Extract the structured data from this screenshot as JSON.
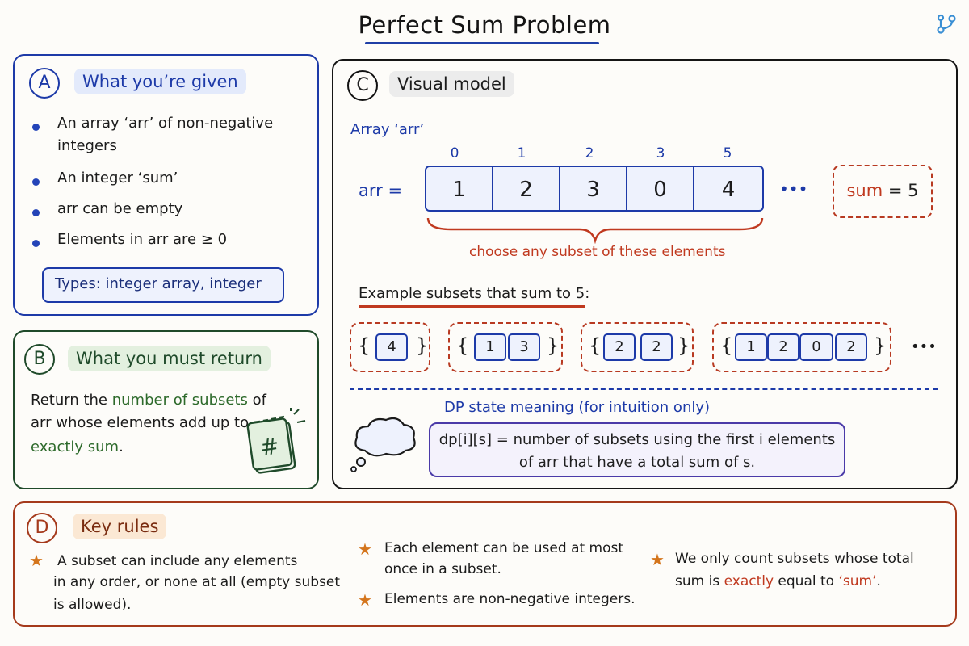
{
  "title": "Perfect Sum Problem",
  "colors": {
    "blue": "#1d3aa8",
    "green": "#1f4a2a",
    "red": "#c0391f",
    "orange": "#a53a1c"
  },
  "panel_a": {
    "badge": "A",
    "label": "What you’re given",
    "bullets": [
      [
        "An array ‘arr’ of non-negative",
        "integers"
      ],
      [
        "An integer ‘sum’"
      ],
      [
        "arr can be empty"
      ],
      [
        "Elements in arr are ≥ 0"
      ]
    ],
    "types": "Types: integer array, integer"
  },
  "panel_b": {
    "badge": "B",
    "label": "What you must return",
    "line1": "Return the",
    "line1_hl": "number of subsets",
    "line1_end": "of",
    "line2": "arr whose elements add up to",
    "line3_hl": "exactly sum",
    "line3_end": ".",
    "icon": "calculator-hash-icon",
    "icon_glyph": "#"
  },
  "panel_c": {
    "badge": "C",
    "label": "Visual model",
    "array_title": "Array ‘arr’",
    "arr_label": "arr =",
    "indices": [
      "0",
      "1",
      "2",
      "3",
      "5"
    ],
    "values": [
      "1",
      "2",
      "3",
      "0",
      "4"
    ],
    "ellipsis": "•••",
    "sum_word": "sum",
    "sum_rest": " = 5",
    "brace_caption": "choose any subset of these elements",
    "subsets_title": "Example subsets that sum to 5:",
    "subsets": [
      [
        "4"
      ],
      [
        "1",
        "3"
      ],
      [
        "2",
        "2"
      ],
      [
        "1",
        "2",
        "0",
        "2"
      ]
    ],
    "subsets_more": "•••",
    "dp_title": "DP state meaning (for intuition only)",
    "dp_line1": "dp[i][s] = number of subsets using the first i elements",
    "dp_line2": "of arr that have a total sum of s.",
    "thought_icon": "thought-cloud-icon"
  },
  "panel_d": {
    "badge": "D",
    "label": "Key rules",
    "rule1": [
      "A subset can include any elements",
      "in any order, or none at all (empty subset",
      "is allowed)."
    ],
    "rule2": [
      "Each element can be used at most",
      "once in a subset."
    ],
    "rule3": "Elements are non-negative integers.",
    "rule4_a": "We only count subsets whose total",
    "rule4_b": "sum is ",
    "rule4_hl": "exactly",
    "rule4_c": " equal to ",
    "rule4_q": "‘sum’",
    "rule4_d": ".",
    "star_icon": "star-icon"
  }
}
